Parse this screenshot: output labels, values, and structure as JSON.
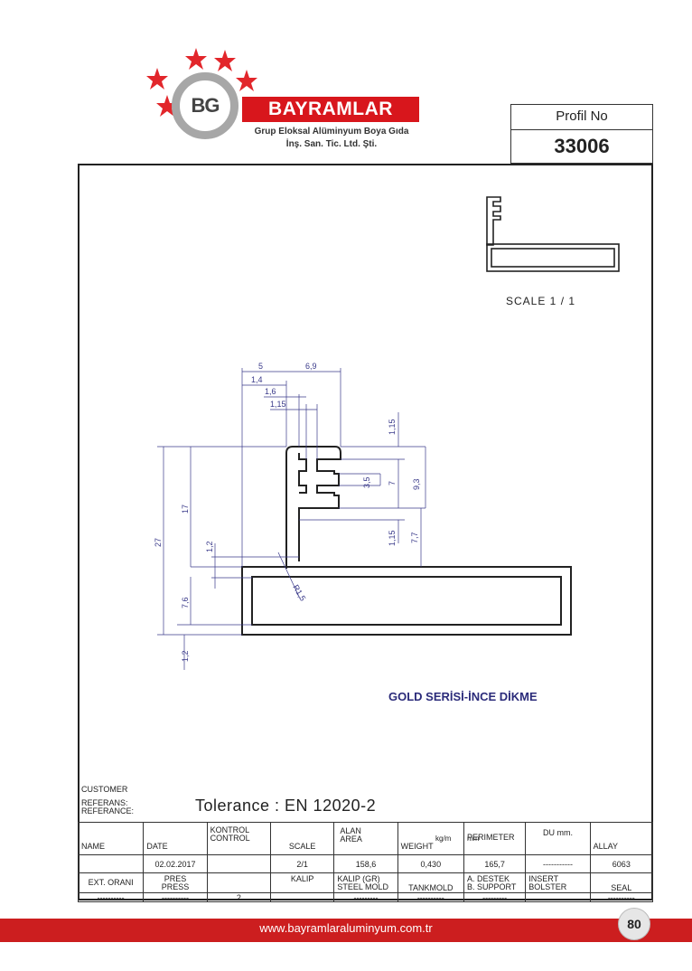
{
  "brand": {
    "logo_text": "BG",
    "name": "BAYRAMLAR",
    "subtitle_line1": "Grup Eloksal Alüminyum Boya Gıda",
    "subtitle_line2": "İnş. San. Tic. Ltd. Şti.",
    "color_red": "#d8161c",
    "color_grey": "#a7a7a7"
  },
  "profile": {
    "label": "Profil No",
    "number": "33006"
  },
  "preview": {
    "scale_text": "SCALE 1  / 1"
  },
  "dimensions": {
    "top_5": "5",
    "top_6_9": "6,9",
    "d_1_4": "1,4",
    "d_1_6": "1,6",
    "d_1_15_top": "1,15",
    "v_1_15_upper": "1,15",
    "v_3_5": "3,5",
    "v_7": "7",
    "v_9_3": "9,3",
    "v_1_15_lower": "1,15",
    "v_7_7": "7,7",
    "v_27": "27",
    "v_17": "17",
    "v_1_2_mid": "1,2",
    "v_7_6": "7,6",
    "v_1_2_bottom": "1,2",
    "radius": "R1,5"
  },
  "series_title": "GOLD SERİSİ-İNCE DİKME",
  "meta": {
    "customer": "CUSTOMER",
    "referans": "REFERANS:",
    "referance": "REFERANCE:",
    "tolerance": "Tolerance : EN 12020-2"
  },
  "table": {
    "headers": {
      "name": "NAME",
      "date": "DATE",
      "kontrol": "KONTROL",
      "control": "CONTROL",
      "scale": "SCALE",
      "alan": "ALAN",
      "area": "AREA",
      "weight": "WEIGHT",
      "weight_unit": "kg/m",
      "perimeter": "PERIMETER",
      "perimeter_unit": "mm",
      "du": "DU mm.",
      "allay": "ALLAY"
    },
    "values": {
      "name": "",
      "date": "02.02.2017",
      "kontrol": "",
      "scale": "2/1",
      "area": "158,6",
      "weight": "0,430",
      "perimeter": "165,7",
      "du": "-----------",
      "allay": "6063"
    },
    "row3": {
      "ext": "EXT. ORANI",
      "pres": "PRES",
      "press": "PRESS",
      "kalip": "KALIP",
      "kalip_gr": "KALIP (GR)",
      "steel_mold": "STEEL MOLD",
      "tankmold": "TANKMOLD",
      "a_destek": "A. DESTEK",
      "b_support": "B. SUPPORT",
      "insert": "INSERT",
      "bolster": "BOLSTER",
      "seal": "SEAL"
    },
    "row4": {
      "c1": "----------",
      "c2": "----------",
      "c3": "2",
      "c4": "",
      "c5": "---------",
      "c6": "----------",
      "c7": "---------",
      "c8": "",
      "c9": "----------"
    }
  },
  "footer": {
    "url": "www.bayramlaraluminyum.com.tr",
    "page": "80"
  }
}
